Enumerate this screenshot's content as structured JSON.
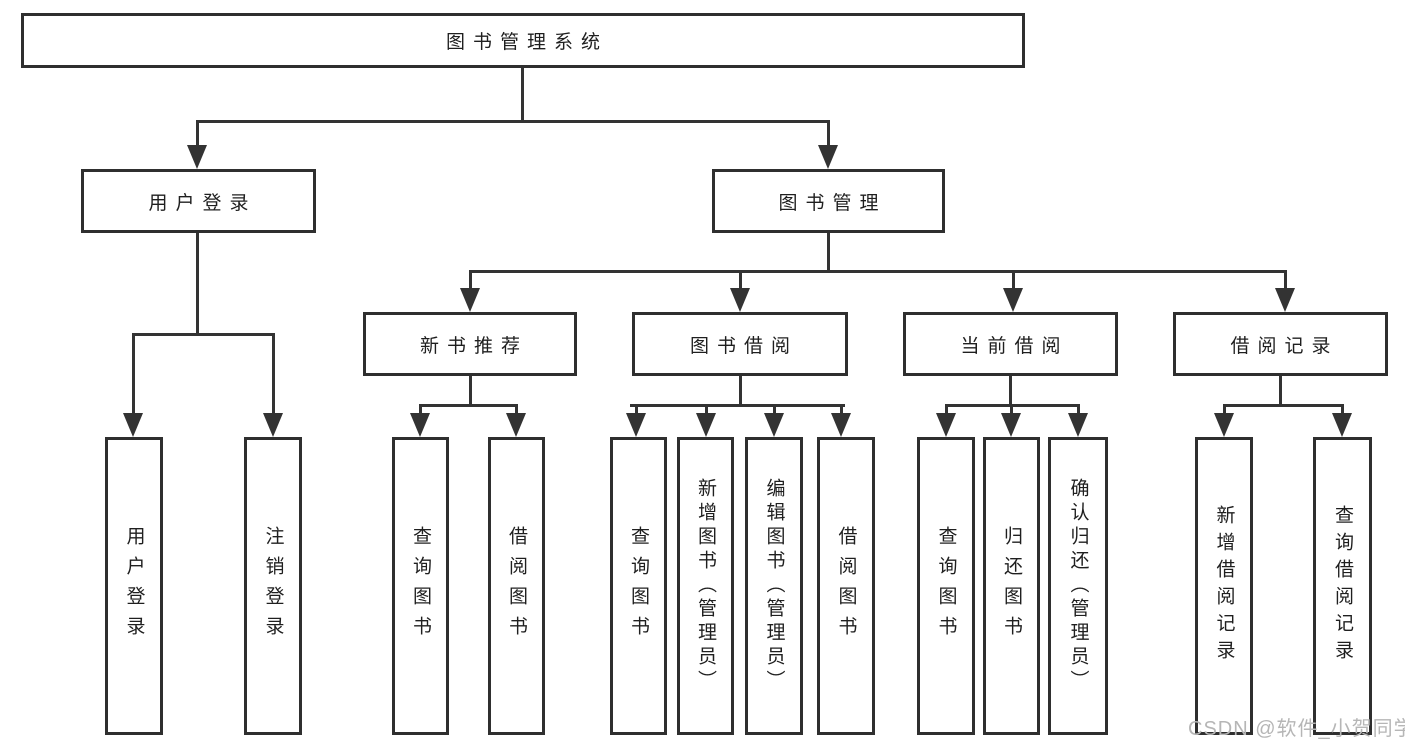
{
  "diagram": {
    "root": {
      "label": "图书管理系统"
    },
    "level2": {
      "user_login": "用户登录",
      "book_mgmt": "图书管理"
    },
    "level3": {
      "new_book_rec": "新书推荐",
      "book_borrow": "图书借阅",
      "current_borrow": "当前借阅",
      "borrow_records": "借阅记录"
    },
    "leaves": {
      "user_login": "用户登录",
      "logout": "注销登录",
      "nb_query_books": "查询图书",
      "nb_borrow_books": "借阅图书",
      "bb_query_books": "查询图书",
      "bb_add_books_admin": "新增图书（管理员）",
      "bb_edit_books_admin": "编辑图书（管理员）",
      "bb_borrow_books": "借阅图书",
      "cb_query_books": "查询图书",
      "cb_return_books": "归还图书",
      "cb_confirm_return_admin": "确认归还（管理员）",
      "br_add_record": "新增借阅记录",
      "br_query_record": "查询借阅记录"
    },
    "watermark": "CSDN @软件_小贺同学",
    "colors": {
      "line": "#333333",
      "border": "#2f2f2f",
      "text": "#1f1f1f",
      "watermark": "#b6b6b6",
      "background": "#ffffff"
    }
  }
}
